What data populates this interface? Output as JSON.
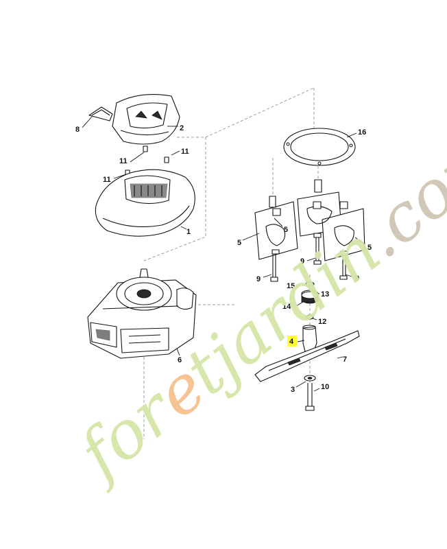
{
  "diagram": {
    "part_numbers": [
      "1",
      "2",
      "3",
      "4",
      "5",
      "5",
      "5",
      "6",
      "7",
      "8",
      "9",
      "9",
      "9",
      "10",
      "11",
      "11",
      "11",
      "12",
      "13",
      "14",
      "15",
      "16"
    ],
    "highlighted_part": "4",
    "highlight_color": "#ffff33"
  },
  "watermark": {
    "text_1": "for",
    "text_2": "e",
    "text_3": "tjardin",
    "text_4": ".com",
    "color_green": "#d5e6a8",
    "color_orange": "#f6c08e",
    "color_dot": "#cfc6b4"
  }
}
